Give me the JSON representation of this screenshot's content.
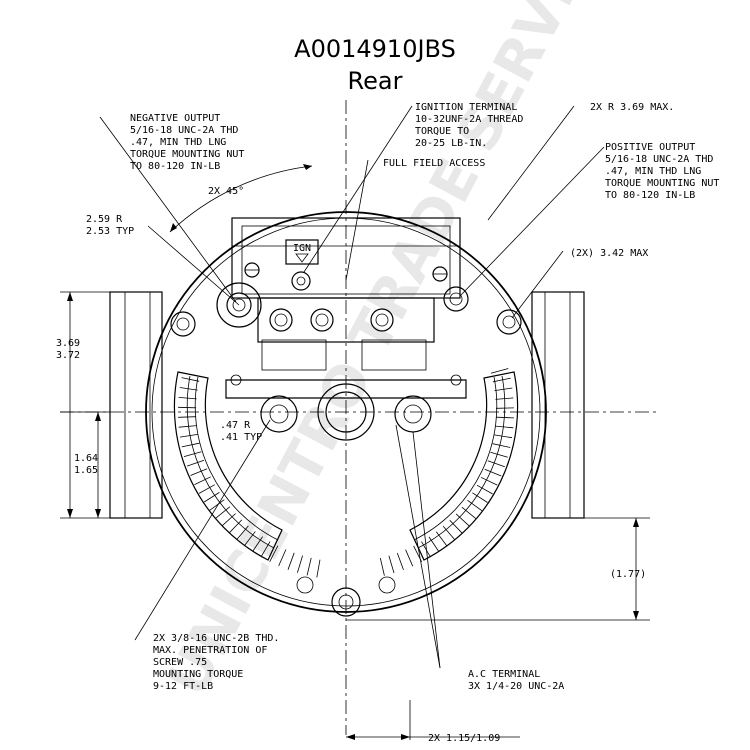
{
  "title": {
    "part_number": "A0014910JBS",
    "view": "Rear"
  },
  "watermark": {
    "text": "UNICENTRO TRADE SERVICE CO COPY"
  },
  "connector": {
    "ign_label": "IGN"
  },
  "callouts": {
    "negative_output": [
      "NEGATIVE OUTPUT",
      "5/16-18 UNC-2A THD",
      ".47, MIN THD LNG",
      "TORQUE MOUNTING NUT",
      "TO 80-120 IN-LB"
    ],
    "ignition_terminal": [
      "IGNITION TERMINAL",
      "10-32UNF-2A THREAD",
      "TORQUE TO",
      "20-25 LB-IN."
    ],
    "full_field": [
      "FULL FIELD ACCESS"
    ],
    "radius_max": [
      "2X R 3.69 MAX."
    ],
    "positive_output": [
      "POSITIVE OUTPUT",
      "5/16-18 UNC-2A THD",
      ".47, MIN THD LNG",
      "TORQUE MOUNTING NUT",
      "TO 80-120 IN-LB"
    ],
    "angle": [
      "2X 45°"
    ],
    "radius_typ": [
      "2.59 R",
      "2.53 TYP"
    ],
    "max_342": [
      "(2X) 3.42 MAX"
    ],
    "dim_369": [
      "3.69",
      "3.72"
    ],
    "radius_47": [
      ".47 R",
      ".41 TYP"
    ],
    "dim_164": [
      "1.64",
      "1.65"
    ],
    "dim_177": [
      "(1.77)"
    ],
    "mount_thread": [
      "2X 3/8-16 UNC-2B THD.",
      "MAX. PENETRATION OF",
      "SCREW .75",
      "MOUNTING TORQUE",
      "9-12 FT-LB"
    ],
    "ac_terminal": [
      "A.C TERMINAL",
      "3X 1/4-20 UNC-2A"
    ],
    "bottom_dim": [
      "2X 1.15/1.09"
    ]
  }
}
